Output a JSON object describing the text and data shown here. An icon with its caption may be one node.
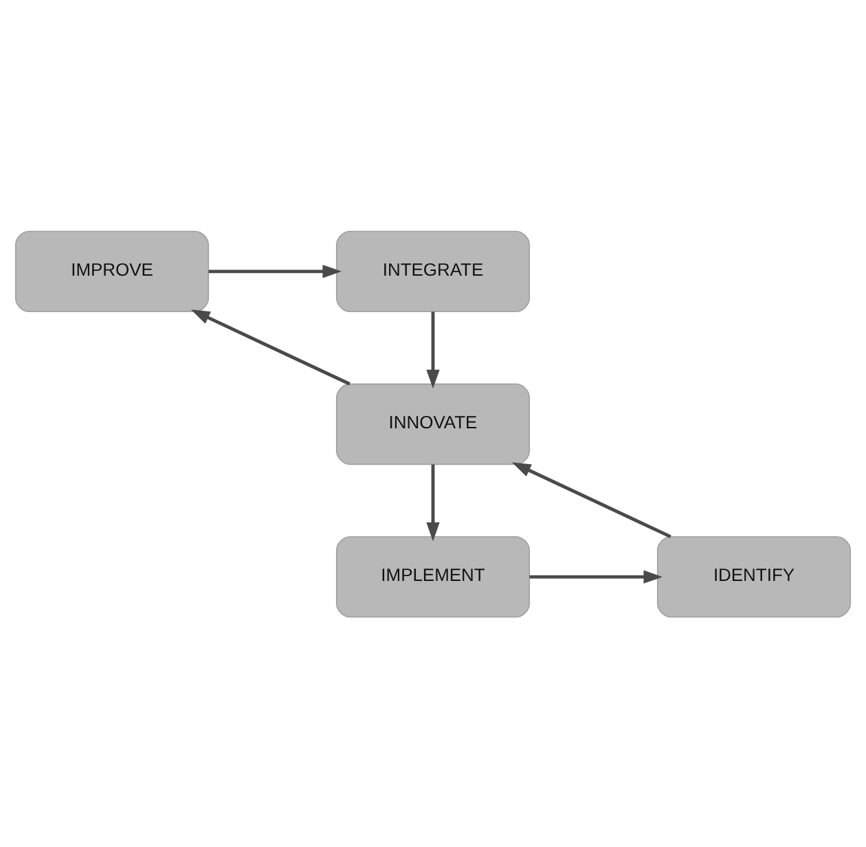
{
  "diagram": {
    "nodes": [
      {
        "text": [
          "IMPROVE"
        ]
      },
      {
        "text": [
          "INTEGRATE"
        ]
      },
      {
        "text": [
          "INNOVATE"
        ]
      },
      {
        "text": [
          "IDENTIFY"
        ]
      },
      {
        "text": [
          "IMPLEMENT"
        ]
      }
    ],
    "edges": [
      {
        "from": 0,
        "to": 1,
        "arrow": "to"
      },
      {
        "from": 1,
        "to": 2,
        "arrow": "to"
      },
      {
        "from": 2,
        "to": 4,
        "arrow": "to"
      },
      {
        "from": 4,
        "to": 3,
        "arrow": "to"
      },
      {
        "from": 3,
        "to": 2,
        "arrow": "to"
      },
      {
        "from": 2,
        "to": 0,
        "arrow": "to"
      }
    ]
  }
}
